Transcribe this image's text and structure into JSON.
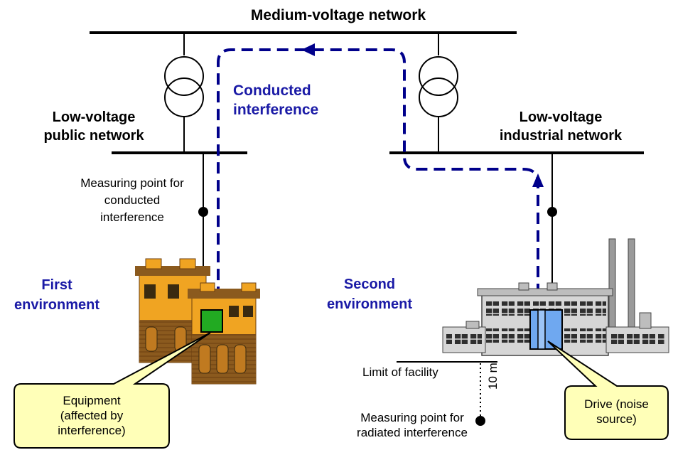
{
  "title": "Medium-voltage network",
  "public_network": {
    "line1": "Low-voltage",
    "line2": "public network"
  },
  "industrial_network": {
    "line1": "Low-voltage",
    "line2": "industrial network"
  },
  "conducted_interference": {
    "line1": "Conducted",
    "line2": "interference"
  },
  "measuring_point_conducted": {
    "line1": "Measuring point for",
    "line2": "conducted",
    "line3": "interference"
  },
  "first_environment": {
    "line1": "First",
    "line2": "environment"
  },
  "second_environment": {
    "line1": "Second",
    "line2": "environment"
  },
  "limit_of_facility": "Limit of facility",
  "distance": "10 m",
  "measuring_point_radiated": {
    "line1": "Measuring point for",
    "line2": "radiated interference"
  },
  "equipment_callout": {
    "line1": "Equipment",
    "line2": "(affected by",
    "line3": "interference)"
  },
  "drive_callout": {
    "line1": "Drive (noise",
    "line2": "source)"
  },
  "colors": {
    "interference_path": "#00008b",
    "environment_label": "#1a1aa6",
    "equipment": "#22aa22",
    "drive": "#6fa8f0",
    "callout_fill": "#ffffb8"
  }
}
